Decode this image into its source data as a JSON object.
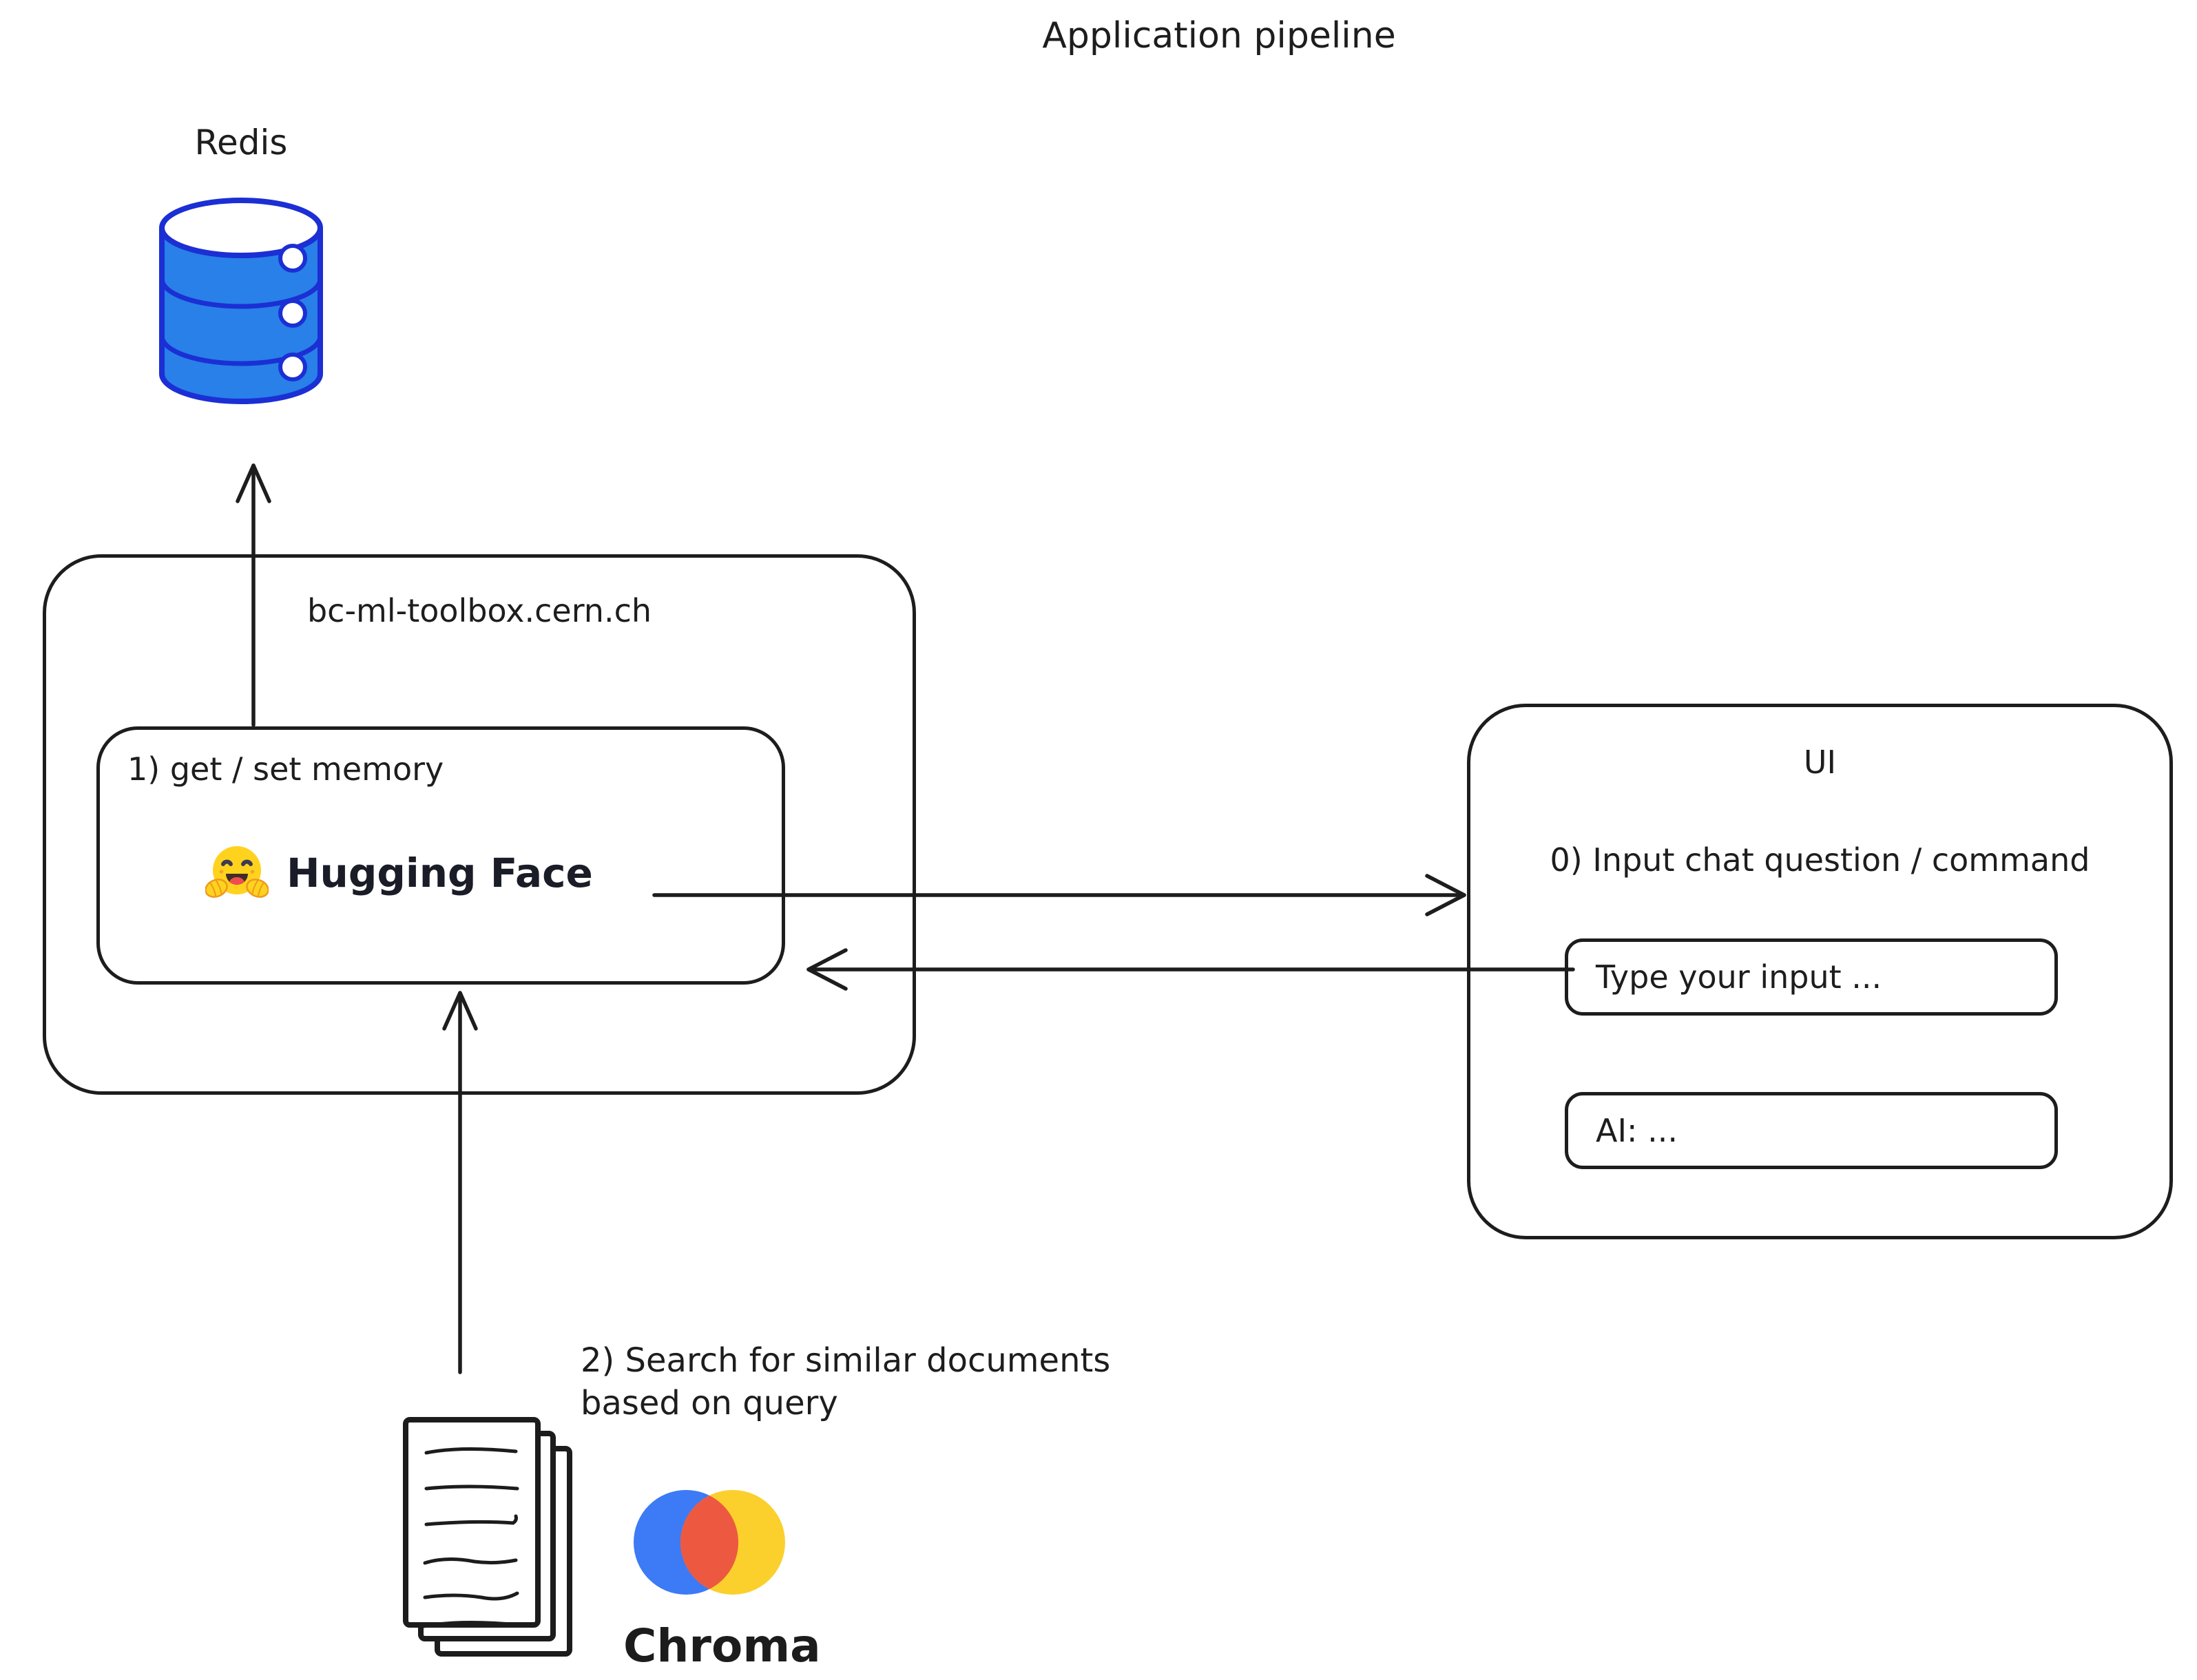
{
  "title": "Application pipeline",
  "redis": {
    "label": "Redis"
  },
  "toolbox": {
    "domain": "bc-ml-toolbox.cern.ch",
    "step1": "1) get / set memory",
    "service": "Hugging Face"
  },
  "ui": {
    "title": "UI",
    "step0": "0) Input chat question / command",
    "input_text": "Type your input ...",
    "ai_text": "AI: ..."
  },
  "search": {
    "line1": "2) Search for similar documents",
    "line2": "based on query"
  },
  "chroma": {
    "label": "Chroma"
  },
  "icons": {
    "redis": "redis-database-cylinder-icon",
    "hugging_face": "hugging-face-emoji-icon",
    "documents": "documents-stack-icon",
    "chroma": "chroma-logo-icon"
  },
  "colors": {
    "ink": "#1d1d1d",
    "redis_fill": "#2880e8",
    "redis_stroke": "#1b2fd4",
    "hf_yellow": "#ffd21e",
    "hf_wordmark": "#1a1c27",
    "chroma_blue": "#3d7af5",
    "chroma_red": "#ec5940",
    "chroma_yellow": "#fbd02c"
  },
  "edges": [
    {
      "from": "Hugging Face",
      "to": "Redis"
    },
    {
      "from": "Hugging Face",
      "to": "UI"
    },
    {
      "from": "UI",
      "to": "Hugging Face"
    },
    {
      "from": "documents",
      "to": "Hugging Face"
    }
  ]
}
